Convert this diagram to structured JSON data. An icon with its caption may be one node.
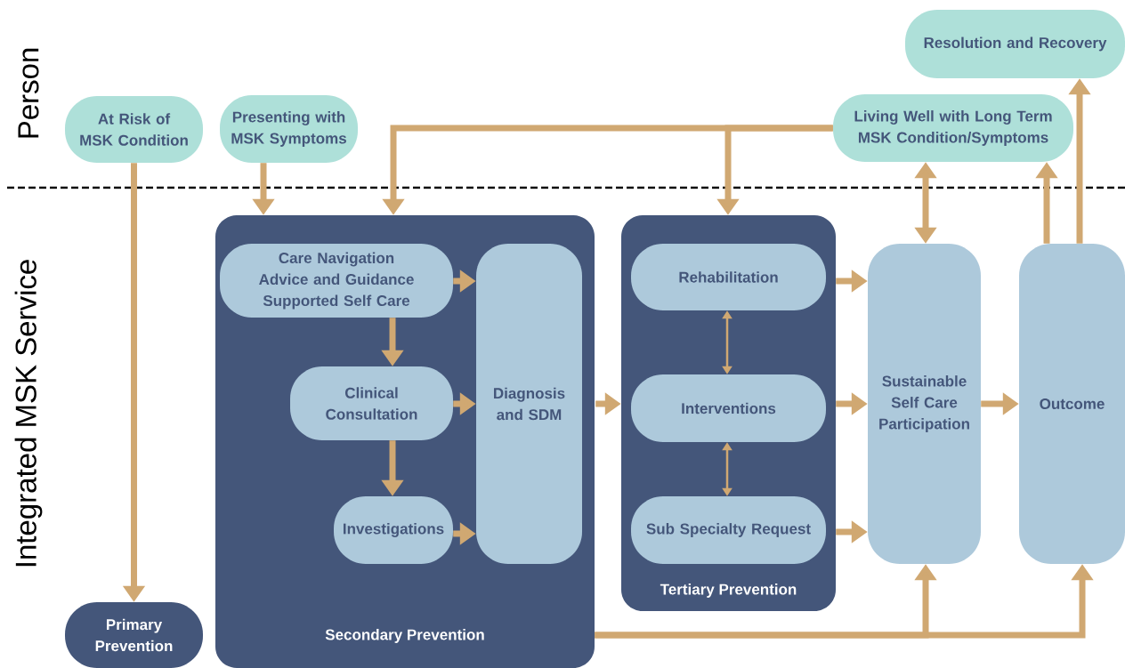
{
  "diagram": {
    "nodes": [
      {
        "text": [
          "At Risk of MSK Condition"
        ]
      },
      {
        "text": [
          "Presenting with MSK Symptoms"
        ]
      },
      {
        "text": [
          "Living Well with Long Term MSK Condition/Symptoms"
        ]
      },
      {
        "text": [
          "Resolution and Recovery"
        ]
      },
      {
        "text": [
          "Secondary Prevention"
        ]
      },
      {
        "text": [
          "Care Navigation",
          "Advice and Guidance",
          "Supported Self Care"
        ],
        "in": 4
      },
      {
        "text": [
          "Clinical Consultation"
        ],
        "in": 4
      },
      {
        "text": [
          "Investigations"
        ],
        "in": 4
      },
      {
        "text": [
          "Diagnosis and SDM"
        ],
        "in": 4
      },
      {
        "text": [
          "Tertiary Prevention"
        ]
      },
      {
        "text": [
          "Rehabilitation"
        ],
        "in": 9
      },
      {
        "text": [
          "Interventions"
        ],
        "in": 9
      },
      {
        "text": [
          "Sub Specialty Request"
        ],
        "in": 9
      },
      {
        "text": [
          "Sustainable Self Care Participation"
        ]
      },
      {
        "text": [
          "Outcome"
        ]
      },
      {
        "text": [
          "Primary Prevention"
        ]
      }
    ],
    "edges": [
      {
        "from": 0,
        "to": 15,
        "arrow": "to"
      },
      {
        "from": 1,
        "to": 4,
        "arrow": "to"
      },
      {
        "from": 2,
        "to": 4,
        "arrow": "to"
      },
      {
        "from": 2,
        "to": 9,
        "arrow": "to"
      },
      {
        "from": 5,
        "to": 8,
        "arrow": "to"
      },
      {
        "from": 5,
        "to": 6,
        "arrow": "to"
      },
      {
        "from": 6,
        "to": 8,
        "arrow": "to"
      },
      {
        "from": 6,
        "to": 7,
        "arrow": "to"
      },
      {
        "from": 7,
        "to": 8,
        "arrow": "to"
      },
      {
        "from": 8,
        "to": 9,
        "arrow": "to"
      },
      {
        "from": 10,
        "to": 11,
        "arrow": "both"
      },
      {
        "from": 11,
        "to": 12,
        "arrow": "both"
      },
      {
        "from": 10,
        "to": 13,
        "arrow": "to"
      },
      {
        "from": 11,
        "to": 13,
        "arrow": "to"
      },
      {
        "from": 12,
        "to": 13,
        "arrow": "to"
      },
      {
        "from": 13,
        "to": 14,
        "arrow": "to"
      },
      {
        "from": 13,
        "to": 2,
        "arrow": "both"
      },
      {
        "from": 14,
        "to": 2,
        "arrow": "to"
      },
      {
        "from": 14,
        "to": 3,
        "arrow": "to"
      },
      {
        "from": 4,
        "to": 13,
        "arrow": "to"
      },
      {
        "from": 4,
        "to": 14,
        "arrow": "to"
      }
    ],
    "labels": [
      "Person",
      "Integrated MSK Service"
    ]
  }
}
